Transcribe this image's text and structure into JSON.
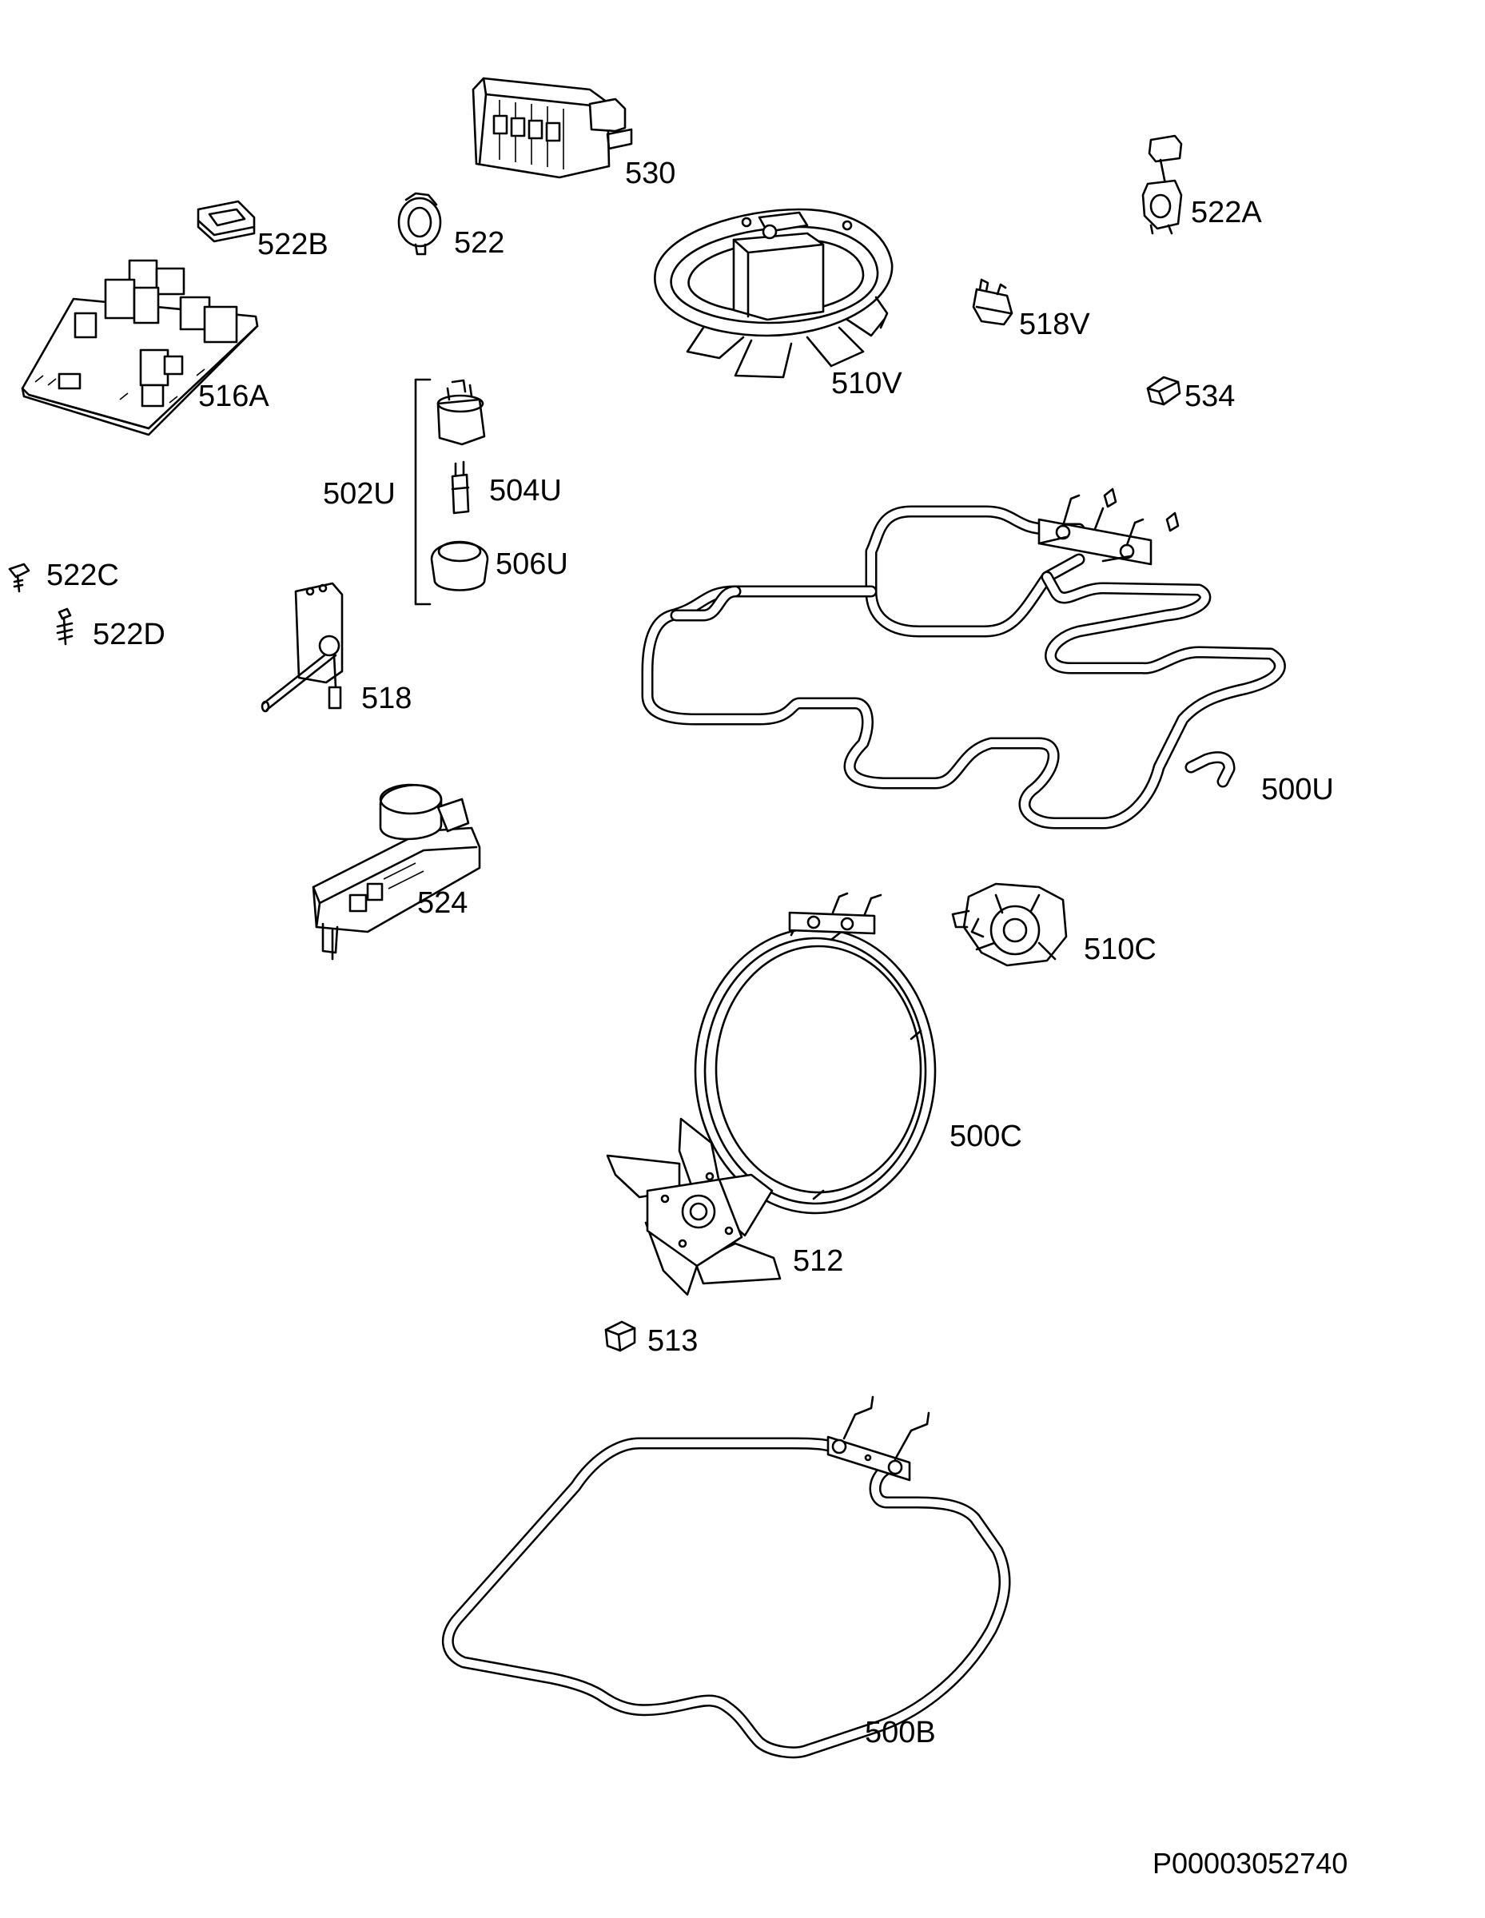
{
  "diagram_id": "P00003052740",
  "labels": {
    "l530": "530",
    "l522A": "522A",
    "l522B": "522B",
    "l522": "522",
    "l510V": "510V",
    "l518V": "518V",
    "l516A": "516A",
    "l534": "534",
    "l502U": "502U",
    "l504U": "504U",
    "l506U": "506U",
    "l522C": "522C",
    "l522D": "522D",
    "l518": "518",
    "l500U": "500U",
    "l524": "524",
    "l510C": "510C",
    "l500C": "500C",
    "l512": "512",
    "l513": "513",
    "l500B": "500B"
  }
}
